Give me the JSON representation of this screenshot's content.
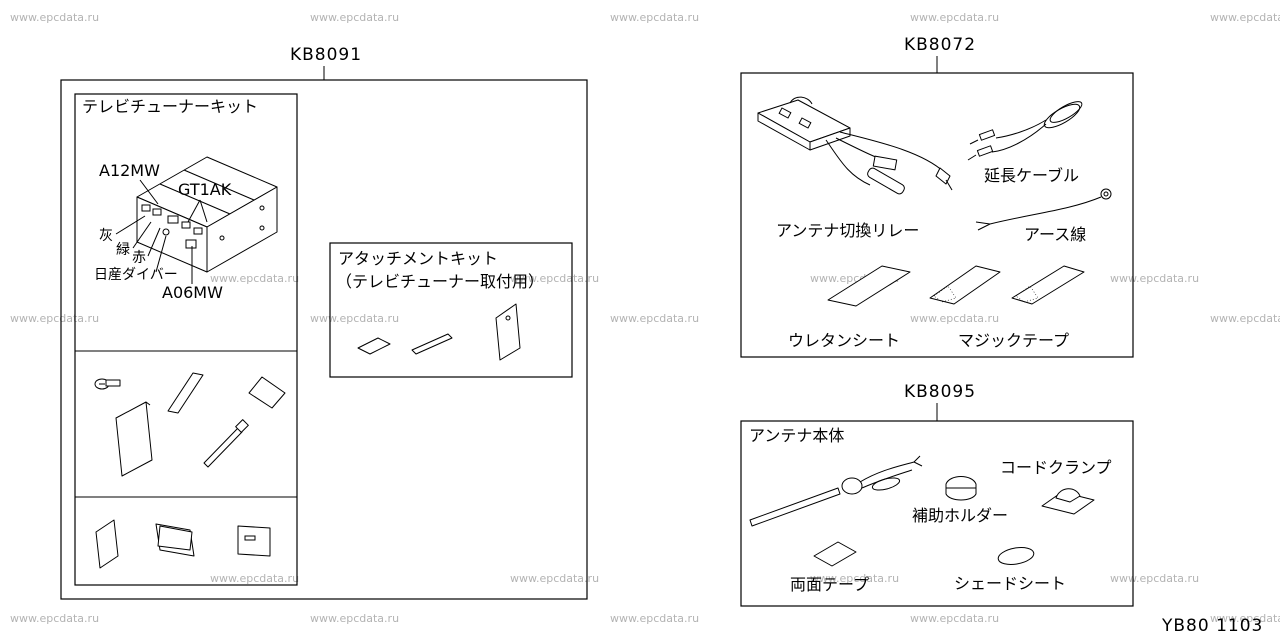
{
  "watermark": "www.epcdata.ru",
  "page_code": "YB80 1103",
  "kits": {
    "kb8091": {
      "code": "KB8091",
      "tv_tuner_kit": {
        "title": "テレビチューナーキット",
        "callouts": {
          "a12mw": "A12MW",
          "gt1ak": "GT1AK",
          "gray": "灰",
          "green": "緑",
          "red": "赤",
          "nissan_diver": "日産ダイバー",
          "a06mw": "A06MW"
        }
      },
      "attachment_kit": {
        "title_line1": "アタッチメントキット",
        "title_line2": "（テレビチューナー取付用）"
      }
    },
    "kb8072": {
      "code": "KB8072",
      "parts": {
        "antenna_relay": "アンテナ切換リレー",
        "extension_cable": "延長ケーブル",
        "ground_wire": "アース線",
        "urethane_sheet": "ウレタンシート",
        "magic_tape": "マジックテープ"
      }
    },
    "kb8095": {
      "code": "KB8095",
      "parts": {
        "antenna_body": "アンテナ本体",
        "cord_clamp": "コードクランプ",
        "aux_holder": "補助ホルダー",
        "double_sided_tape": "両面テープ",
        "shade_sheet": "シェードシート"
      }
    }
  }
}
